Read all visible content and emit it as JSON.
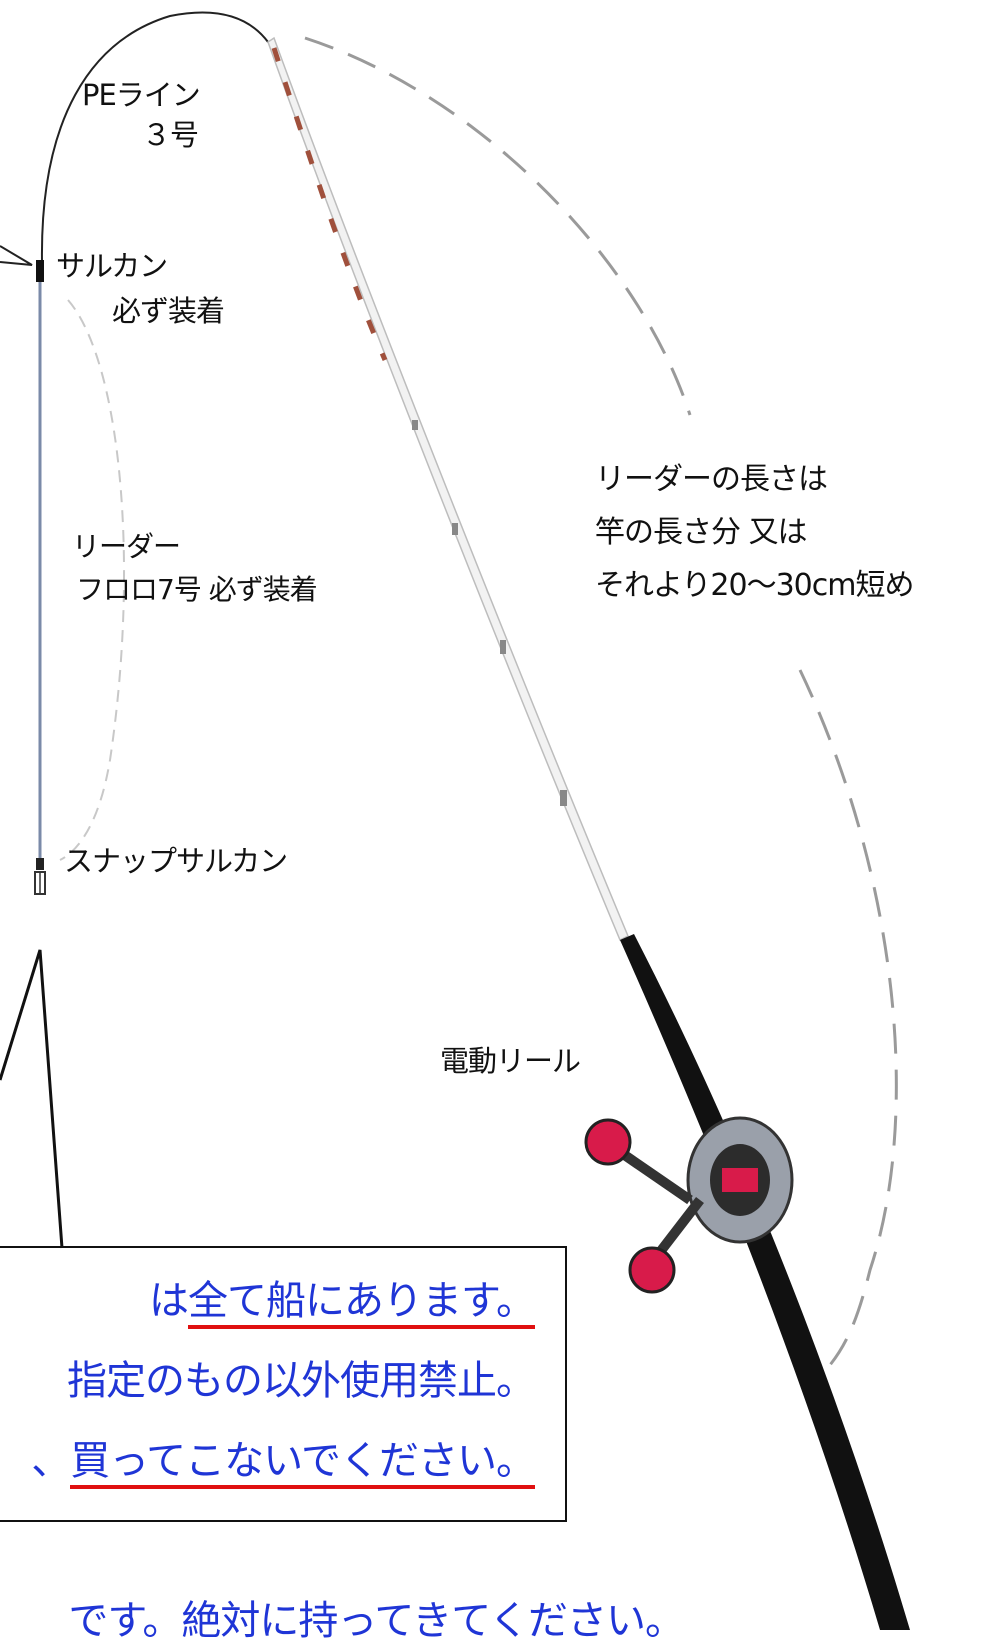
{
  "labels": {
    "pe_line": [
      "PEライン",
      "３号"
    ],
    "swivel": [
      "サルカン",
      "必ず装着"
    ],
    "leader": [
      "リーダー",
      "フロロ7号 必ず装着"
    ],
    "snap_swivel": "スナップサルカン",
    "leader_length": [
      "リーダーの長さは",
      "竿の長さ分 又は",
      "それより20〜30cm短め"
    ],
    "electric_reel": "電動リール"
  },
  "callout": {
    "line1": {
      "prefix": "は",
      "underlined": "全て船にあります。"
    },
    "line2": {
      "text": "指定のもの以外使用禁止。"
    },
    "line3": {
      "prefix": "、",
      "underlined": "買ってこないでください。"
    }
  },
  "bottom_note": "です。絶対に持ってきてください。",
  "colors": {
    "callout_text": "#1f35d6",
    "underline": "#e01010",
    "leader_line": "#7a8aa8",
    "rod_tip_marks": "#a0503c",
    "rod_blank": "#f2f2f2",
    "rod_handle": "#111111",
    "reel_handle_knob": "#d81b4a"
  }
}
